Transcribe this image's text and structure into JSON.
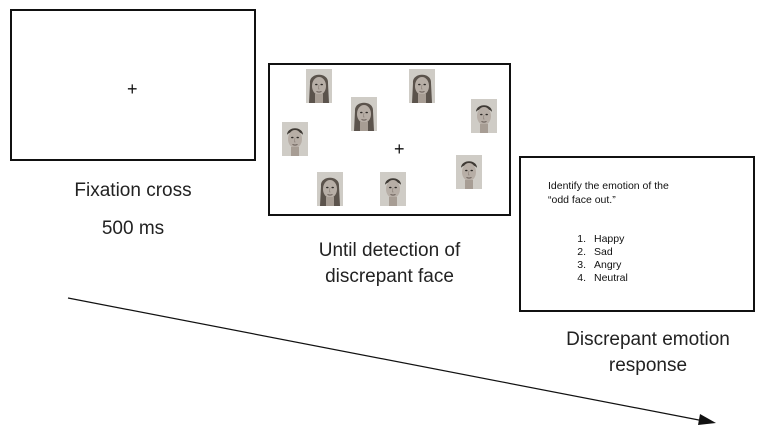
{
  "panels": {
    "fixation": {
      "symbol": "+",
      "caption_1": "Fixation cross",
      "caption_2": "500 ms"
    },
    "search": {
      "symbol": "+",
      "caption_1": "Until detection of",
      "caption_2": "discrepant face",
      "faces": [
        {
          "id": "face-1",
          "hair": "long"
        },
        {
          "id": "face-2",
          "hair": "long"
        },
        {
          "id": "face-3",
          "hair": "long"
        },
        {
          "id": "face-4",
          "hair": "short"
        },
        {
          "id": "face-5",
          "hair": "short"
        },
        {
          "id": "face-6",
          "hair": "short"
        },
        {
          "id": "face-7",
          "hair": "long"
        },
        {
          "id": "face-8",
          "hair": "short"
        }
      ]
    },
    "response": {
      "instruction_1": "Identify the emotion of the",
      "instruction_2": "“odd face out.”",
      "options": [
        {
          "num": "1.",
          "label": "Happy"
        },
        {
          "num": "2.",
          "label": "Sad"
        },
        {
          "num": "3.",
          "label": "Angry"
        },
        {
          "num": "4.",
          "label": "Neutral"
        }
      ],
      "caption_1": "Discrepant emotion",
      "caption_2": "response"
    }
  }
}
